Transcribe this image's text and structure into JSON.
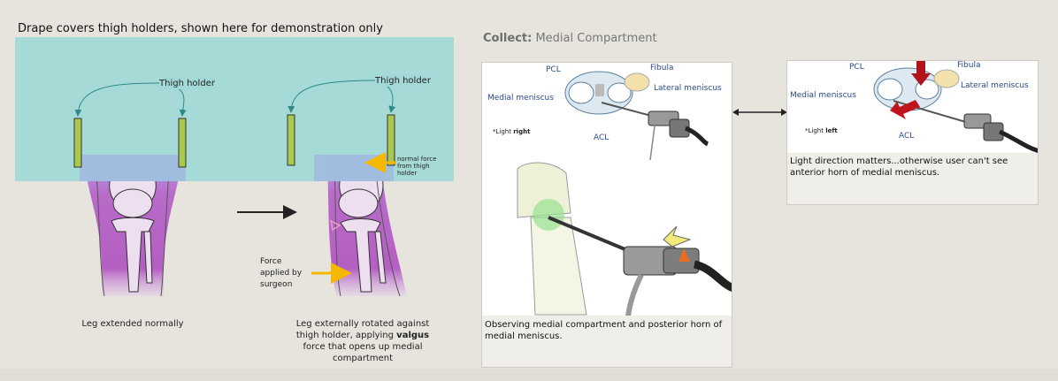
{
  "left_panel": {
    "caption": "Drape covers thigh holders, shown here for demonstration only",
    "thigh_holder_left": "Thigh holder",
    "thigh_holder_right": "Thigh holder",
    "normal_force_note": "normal force from thigh holder",
    "force_applied": "Force applied by surgeon",
    "leg_normal_caption": "Leg extended normally",
    "leg_rotated_caption_1": "Leg externally rotated against thigh holder, applying",
    "leg_rotated_bold": "valgus",
    "leg_rotated_caption_2": "force that opens up medial compartment",
    "colors": {
      "drape": "#a4dbd8",
      "leg": "#c678cc",
      "holder": "#a8c94c",
      "force_arrow": "#f5b800"
    }
  },
  "right_panel": {
    "heading_bold": "Collect:",
    "heading_rest": "Medial Compartment",
    "card_main": {
      "labels": {
        "pcl": "PCL",
        "fibula": "Fibula",
        "medial_meniscus": "Medial meniscus",
        "lateral_meniscus": "Lateral meniscus",
        "acl": "ACL"
      },
      "light_prefix": "*Light",
      "light_dir": "right",
      "caption": "Observing medial compartment and posterior horn of medial meniscus."
    },
    "card_right": {
      "labels": {
        "pcl": "PCL",
        "fibula": "Fibula",
        "medial_meniscus": "Medial meniscus",
        "lateral_meniscus": "Lateral meniscus",
        "acl": "ACL"
      },
      "light_prefix": "*Light",
      "light_dir": "left",
      "caption": "Light direction matters...otherwise user can't see anterior horn of medial meniscus."
    }
  }
}
